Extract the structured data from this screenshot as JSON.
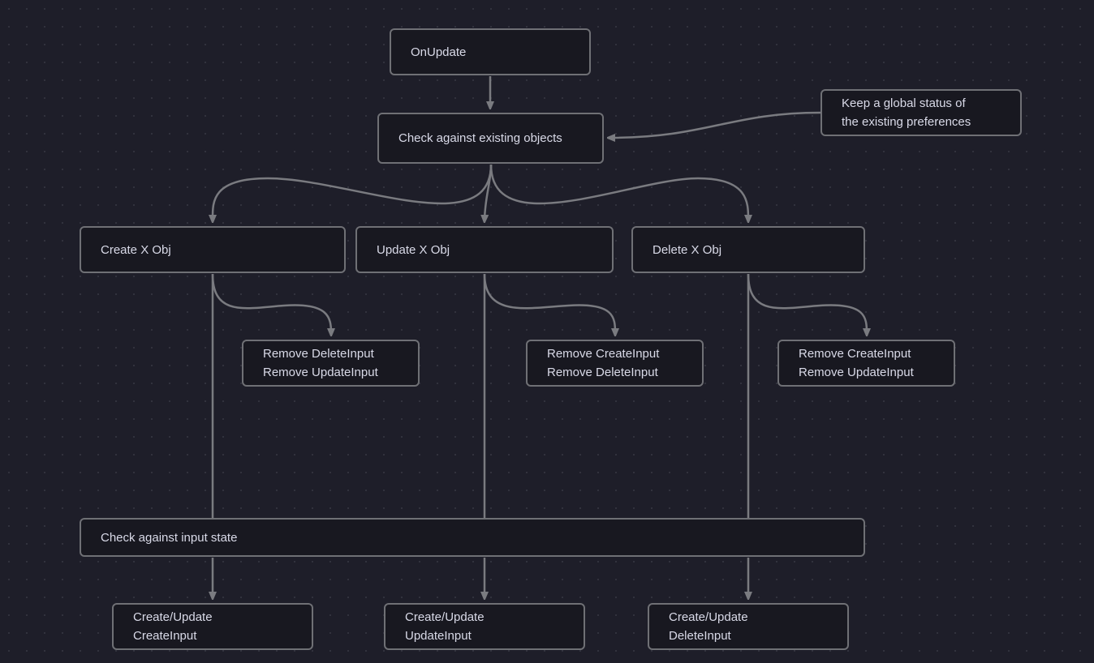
{
  "colors": {
    "background": "#1e1e29",
    "node_fill": "#181820",
    "node_border": "#6f7075",
    "edge": "#7a7b80",
    "text": "#d9dae8"
  },
  "nodes": {
    "on_update": {
      "lines": [
        "OnUpdate"
      ]
    },
    "check_existing": {
      "lines": [
        "Check against existing objects"
      ]
    },
    "global_status_note": {
      "lines": [
        "Keep a global status of",
        "the existing preferences"
      ]
    },
    "create_obj": {
      "lines": [
        "Create X Obj"
      ]
    },
    "update_obj": {
      "lines": [
        "Update X Obj"
      ]
    },
    "delete_obj": {
      "lines": [
        "Delete X Obj"
      ]
    },
    "create_removals": {
      "lines": [
        "Remove DeleteInput",
        "Remove UpdateInput"
      ]
    },
    "update_removals": {
      "lines": [
        "Remove CreateInput",
        "Remove DeleteInput"
      ]
    },
    "delete_removals": {
      "lines": [
        "Remove CreateInput",
        "Remove UpdateInput"
      ]
    },
    "check_input_state": {
      "lines": [
        "Check against input state"
      ]
    },
    "upsert_create_input": {
      "lines": [
        "Create/Update",
        "CreateInput"
      ]
    },
    "upsert_update_input": {
      "lines": [
        "Create/Update",
        "UpdateInput"
      ]
    },
    "upsert_delete_input": {
      "lines": [
        "Create/Update",
        "DeleteInput"
      ]
    }
  },
  "edges": [
    {
      "from": "on_update",
      "to": "check_existing"
    },
    {
      "from": "global_status_note",
      "to": "check_existing"
    },
    {
      "from": "check_existing",
      "to": "create_obj"
    },
    {
      "from": "check_existing",
      "to": "update_obj"
    },
    {
      "from": "check_existing",
      "to": "delete_obj"
    },
    {
      "from": "create_obj",
      "to": "create_removals"
    },
    {
      "from": "update_obj",
      "to": "update_removals"
    },
    {
      "from": "delete_obj",
      "to": "delete_removals"
    },
    {
      "from": "create_obj",
      "to": "check_input_state"
    },
    {
      "from": "update_obj",
      "to": "check_input_state"
    },
    {
      "from": "delete_obj",
      "to": "check_input_state"
    },
    {
      "from": "check_input_state",
      "to": "upsert_create_input"
    },
    {
      "from": "check_input_state",
      "to": "upsert_update_input"
    },
    {
      "from": "check_input_state",
      "to": "upsert_delete_input"
    }
  ]
}
